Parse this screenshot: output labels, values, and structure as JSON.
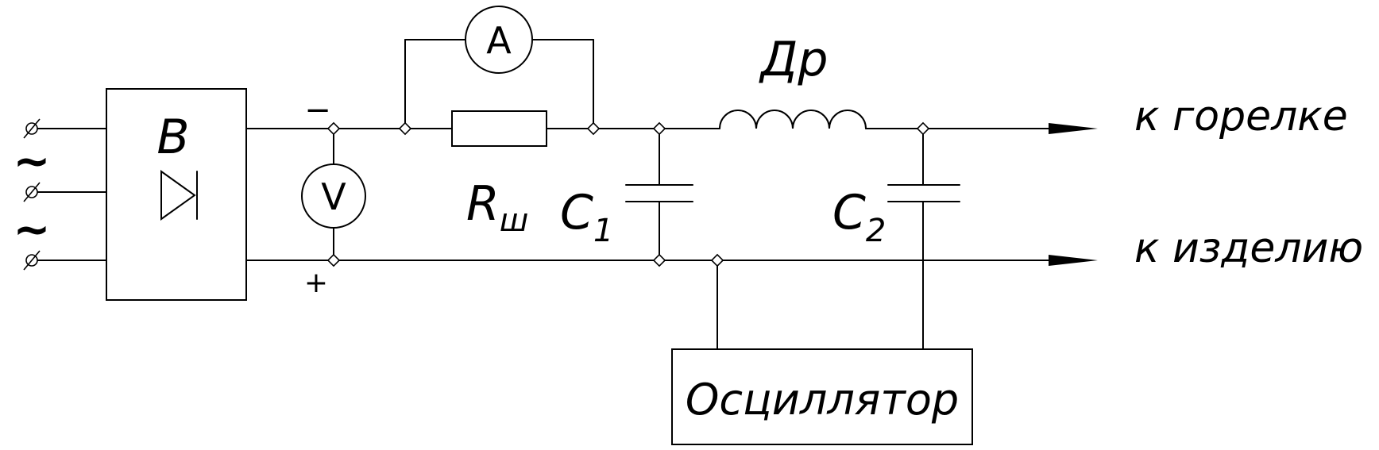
{
  "rectifier": {
    "letter": "B"
  },
  "ac_symbols": [
    "~",
    "~"
  ],
  "polarity": {
    "minus": "−",
    "plus": "+"
  },
  "meters": {
    "voltmeter": "V",
    "ammeter": "A"
  },
  "shunt": {
    "letter": "R",
    "subscript": "ш"
  },
  "capacitor1": {
    "letter": "C",
    "subscript": "1"
  },
  "capacitor2": {
    "letter": "C",
    "subscript": "2"
  },
  "choke": {
    "label": "Др"
  },
  "outputs": {
    "top": "к горелке",
    "bottom": "к изделию"
  },
  "oscillator": {
    "label": "Осциллятор"
  }
}
